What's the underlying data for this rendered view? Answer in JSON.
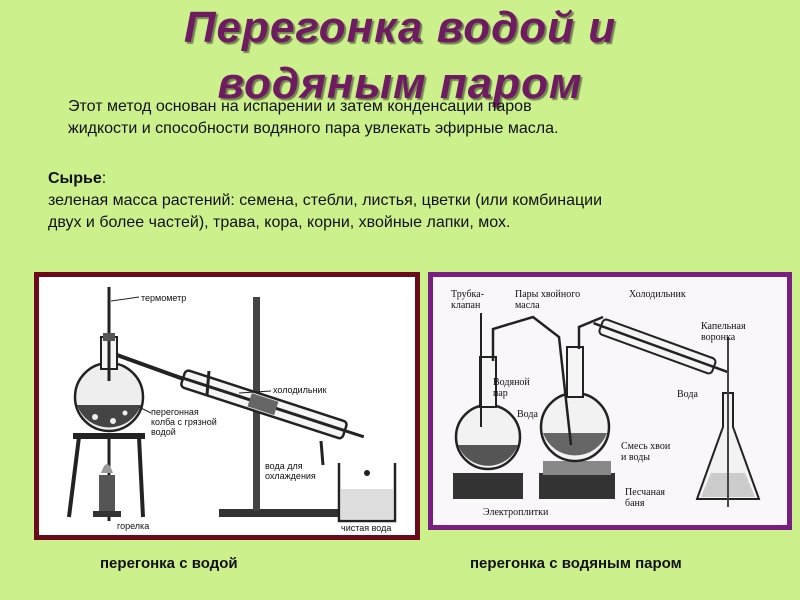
{
  "title": {
    "line1": "Перегонка водой и",
    "line2": "водяным паром"
  },
  "intro": {
    "line1": "Этот метод основан на испарении и затем конденсации паров",
    "line2": "жидкости и способности водяного пара увлекать эфирные масла."
  },
  "raw_material": {
    "heading": "Сырье",
    "colon": ":",
    "line1": "зеленая масса растений: семена, стебли, листья, цветки (или комбинации",
    "line2": "двух и более частей), трава, кора, корни, хвойные лапки, мох."
  },
  "left_figure": {
    "labels": {
      "thermometer": "термометр",
      "condenser": "холодильник",
      "flask_line1": "перегонная",
      "flask_line2": "колба с грязной",
      "flask_line3": "водой",
      "cooling_line1": "вода для",
      "cooling_line2": "охлаждения",
      "burner": "горелка",
      "clean_water": "чистая вода"
    },
    "caption": "перегонка с водой"
  },
  "right_figure": {
    "labels": {
      "valve_tube_line1": "Трубка-",
      "valve_tube_line2": "клапан",
      "vapors_line1": "Пары хвойного",
      "vapors_line2": "масла",
      "condenser": "Холодильник",
      "funnel_line1": "Капельная",
      "funnel_line2": "воронка",
      "steam_line1": "Водяной",
      "steam_line2": "пар",
      "water_mid": "Вода",
      "water_right": "Вода",
      "mixture_line1": "Смесь хвои",
      "mixture_line2": "и воды",
      "sand_line1": "Песчаная",
      "sand_line2": "баня",
      "hotplates": "Электроплитки"
    },
    "caption": "перегонка с водяным паром"
  },
  "colors": {
    "background": "#ccf08c",
    "title": "#6e1b62",
    "left_border": "#6b0a1a",
    "right_border": "#7a1f82"
  }
}
